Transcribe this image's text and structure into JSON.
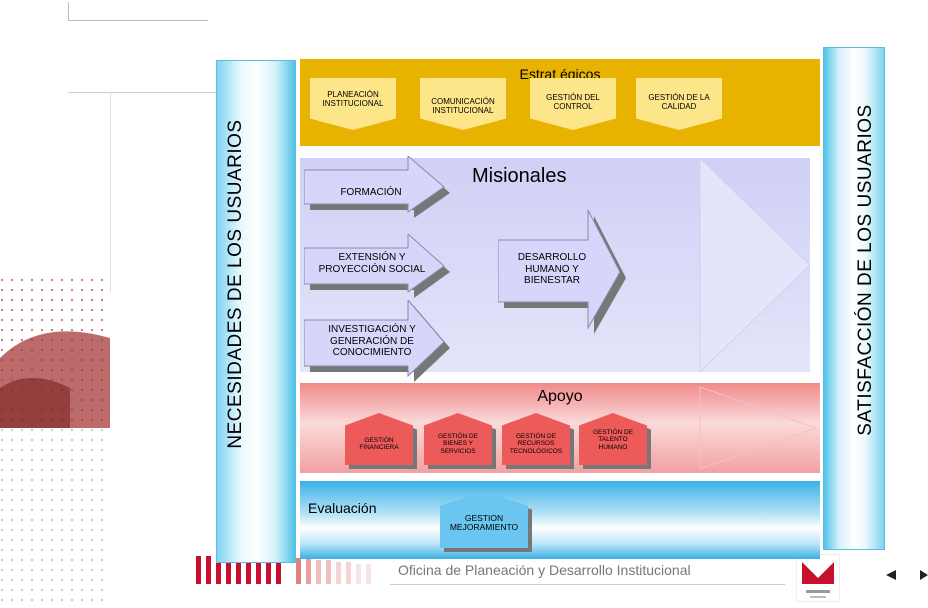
{
  "left_column": {
    "label": "NECESIDADES DE LOS USUARIOS"
  },
  "right_column": {
    "label": "SATISFACCIÓN DE LOS USUARIOS"
  },
  "estrategicos": {
    "title": "Estrat égicos",
    "items": [
      {
        "label": "PLANEACIÓN INSTITUCIONAL"
      },
      {
        "label": "COMUNICACIÓN INSTITUCIONAL"
      },
      {
        "label": "GESTIÓN DEL CONTROL"
      },
      {
        "label": "GESTIÓN DE LA CALIDAD"
      }
    ]
  },
  "misionales": {
    "title": "Misionales",
    "items": [
      {
        "label": "FORMACIÓN"
      },
      {
        "label": "EXTENSIÓN Y PROYECCIÓN SOCIAL"
      },
      {
        "label": "INVESTIGACIÓN Y GENERACIÓN DE CONOCIMIENTO"
      }
    ],
    "central": {
      "label": "DESARROLLO HUMANO Y BIENESTAR"
    }
  },
  "apoyo": {
    "title": "Apoyo",
    "items": [
      {
        "label": "GESTIÓN FINANCIERA"
      },
      {
        "label": "GESTIÓN DE BIENES Y SERVICIOS"
      },
      {
        "label": "GESTIÓN DE RECURSOS TECNOLÓGICOS"
      },
      {
        "label": "GESTIÓN DE TALENTO HUMANO"
      }
    ]
  },
  "evaluacion": {
    "title": "Evaluación",
    "item": {
      "label": "GESTION MEJORAMIENTO"
    }
  },
  "footer": {
    "office": "Oficina de Planeación y Desarrollo Institucional"
  },
  "colors": {
    "estrategicos": "#e8b200",
    "pentagon_yellow": "#fde58a",
    "misionales": "#d8d8f8",
    "arrow_lilac": "#d6d6fa",
    "apoyo": "#f09090",
    "pentagon_red": "#ec5a5a",
    "evaluacion": "#3ab0e6",
    "pentagon_blue": "#6ac6f0",
    "cyan_column": "#4fc3e8",
    "footer_red": "#c8102e"
  }
}
